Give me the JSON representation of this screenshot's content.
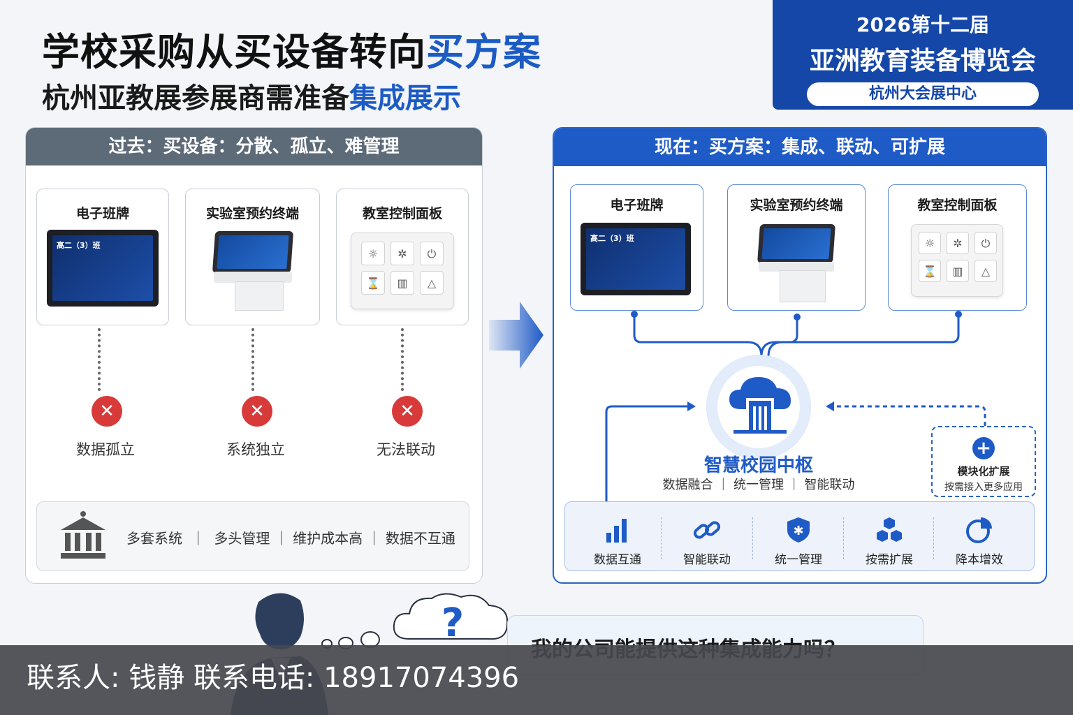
{
  "header": {
    "title_line1_prefix": "学校采购从买设备转向",
    "title_line1_highlight": "买方案",
    "title_line2_prefix": "杭州亚教展参展商需准备",
    "title_line2_highlight": "集成展示"
  },
  "expo": {
    "edition": "2026第十二届",
    "name": "亚洲教育装备博览会",
    "venue": "杭州大会展中心"
  },
  "past": {
    "heading": "过去：买设备：分散、孤立、难管理",
    "devices": [
      {
        "title": "电子班牌"
      },
      {
        "title": "实验室预约终端"
      },
      {
        "title": "教室控制面板"
      }
    ],
    "problems": [
      "数据孤立",
      "系统独立",
      "无法联动"
    ],
    "summary": "多套系统  ｜  多头管理 ｜ 维护成本高 ｜ 数据不互通"
  },
  "present": {
    "heading": "现在：买方案：集成、联动、可扩展",
    "devices": [
      {
        "title": "电子班牌"
      },
      {
        "title": "实验室预约终端"
      },
      {
        "title": "教室控制面板"
      }
    ],
    "hub_title": "智慧校园中枢",
    "hub_subtitle": "数据融合 ｜ 统一管理 ｜ 智能联动",
    "modular_title": "模块化扩展",
    "modular_subtitle": "按需接入更多应用",
    "features": [
      "数据互通",
      "智能联动",
      "统一管理",
      "按需扩展",
      "降本增效"
    ]
  },
  "screen_sample": {
    "class_name": "高二（3）班"
  },
  "question": "我的公司能提供这种集成能力吗？",
  "contact": {
    "text": "联系人: 钱静  联系电话: 18917074396"
  },
  "colors": {
    "brand_blue": "#1f5bc6",
    "past_gray": "#5d6a78",
    "error_red": "#d83a3a"
  }
}
